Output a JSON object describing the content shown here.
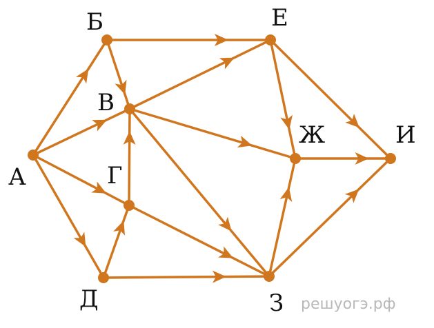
{
  "graph": {
    "nodes": [
      {
        "id": "A",
        "label": "А"
      },
      {
        "id": "B",
        "label": "Б"
      },
      {
        "id": "V",
        "label": "В"
      },
      {
        "id": "G",
        "label": "Г"
      },
      {
        "id": "D",
        "label": "Д"
      },
      {
        "id": "E",
        "label": "Е"
      },
      {
        "id": "Zh",
        "label": "Ж"
      },
      {
        "id": "Z",
        "label": "З"
      },
      {
        "id": "I",
        "label": "И"
      }
    ],
    "edges": [
      {
        "from": "A",
        "to": "B"
      },
      {
        "from": "A",
        "to": "V"
      },
      {
        "from": "A",
        "to": "G"
      },
      {
        "from": "A",
        "to": "D"
      },
      {
        "from": "B",
        "to": "V"
      },
      {
        "from": "B",
        "to": "E"
      },
      {
        "from": "V",
        "to": "E"
      },
      {
        "from": "V",
        "to": "Zh"
      },
      {
        "from": "V",
        "to": "Z"
      },
      {
        "from": "G",
        "to": "V"
      },
      {
        "from": "G",
        "to": "Z"
      },
      {
        "from": "D",
        "to": "G"
      },
      {
        "from": "D",
        "to": "Z"
      },
      {
        "from": "E",
        "to": "Zh"
      },
      {
        "from": "E",
        "to": "I"
      },
      {
        "from": "Zh",
        "to": "I"
      },
      {
        "from": "Z",
        "to": "Zh"
      },
      {
        "from": "Z",
        "to": "I"
      }
    ]
  },
  "watermark": "решуогэ.рф",
  "colors": {
    "edge": "#D0761E",
    "node": "#D0761E",
    "label": "#111111",
    "watermark": "#B9B9B9"
  }
}
